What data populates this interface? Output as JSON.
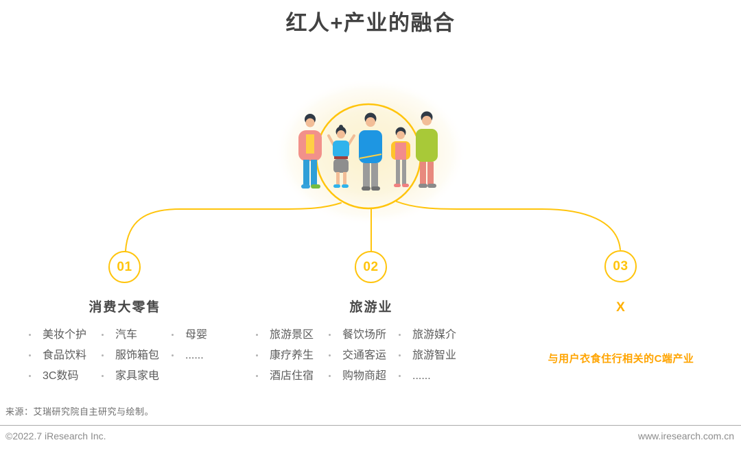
{
  "title": "红人+产业的融合",
  "illustration": {
    "name": "influencer-group-illustration"
  },
  "branches": [
    {
      "number": "01",
      "heading": "消费大零售",
      "items": [
        [
          "美妆个护",
          "汽车",
          "母婴"
        ],
        [
          "食品饮料",
          "服饰箱包",
          "......"
        ],
        [
          "3C数码",
          "家具家电",
          ""
        ]
      ]
    },
    {
      "number": "02",
      "heading": "旅游业",
      "items": [
        [
          "旅游景区",
          "餐饮场所",
          "旅游媒介"
        ],
        [
          "康疗养生",
          "交通客运",
          "旅游智业"
        ],
        [
          "酒店住宿",
          "购物商超",
          "......"
        ]
      ]
    },
    {
      "number": "03",
      "heading": "X",
      "description": "与用户衣食住行相关的C端产业"
    }
  ],
  "source_note": "来源：艾瑞研究院自主研究与绘制。",
  "footer": {
    "copyright": "©2022.7 iResearch Inc.",
    "website": "www.iresearch.com.cn"
  },
  "colors": {
    "accent_yellow": "#FFC40C",
    "accent_orange": "#FFA400",
    "title_gray": "#424242",
    "text_gray": "#5C5C5C",
    "muted_gray": "#8C8C8C"
  }
}
